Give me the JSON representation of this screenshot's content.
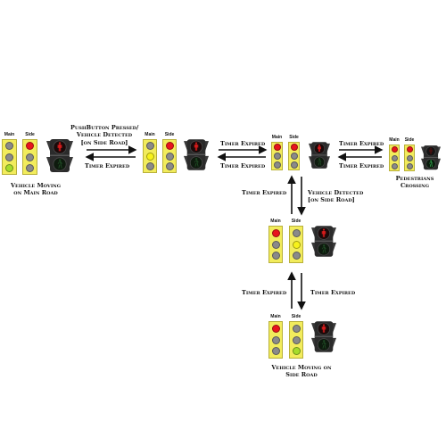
{
  "colors": {
    "housing": "#f2ec5c",
    "red": "#e8141c",
    "yellow": "#f7f21a",
    "green": "#a6dc2a",
    "off": "#8a8a8a",
    "ped_red": "#d51b1b",
    "ped_green": "#2ea44a"
  },
  "states": [
    {
      "main_label": "Main",
      "side_label": "Side",
      "main": "green",
      "side": "red",
      "ped": "stop",
      "caption": [
        "Vehicle Moving",
        "on Main Road"
      ]
    },
    {
      "main_label": "Main",
      "side_label": "Side",
      "main": "yellow",
      "side": "red",
      "ped": "stop",
      "caption": []
    },
    {
      "main_label": "Main",
      "side_label": "Side",
      "main": "red",
      "side": "red",
      "ped": "stop",
      "caption": []
    },
    {
      "main_label": "Main",
      "side_label": "Side",
      "main": "red",
      "side": "red",
      "ped": "walk",
      "caption": [
        "Pedestrians",
        "Crossing"
      ]
    },
    {
      "main_label": "Main",
      "side_label": "Side",
      "main": "red",
      "side": "yellow",
      "ped": "stop",
      "caption": []
    },
    {
      "main_label": "Main",
      "side_label": "Side",
      "main": "red",
      "side": "green",
      "ped": "stop",
      "caption": [
        "Vehicle Moving on",
        "Side Road"
      ]
    }
  ],
  "transitions": {
    "t1_forward": [
      "PushButton Pressed/",
      "Vehicle Detected",
      "[on Side Road]"
    ],
    "t1_back": "Timer Expired",
    "t2_forward": "Timer Expired",
    "t2_back": "Timer Expired",
    "t3_forward": "Timer Expired",
    "t3_back": "Timer Expired",
    "t4_up": "Timer Expired",
    "t4_down": [
      "Vehicle Detected",
      "[on Side Road]"
    ],
    "t5_up": "Timer Expired",
    "t5_down": "Timer Expired"
  }
}
